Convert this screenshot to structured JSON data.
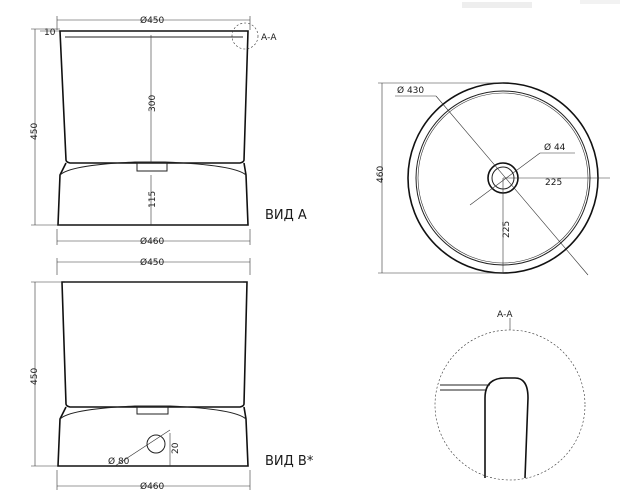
{
  "view_a": {
    "label": "ВИД А",
    "dim_top_width": "Ø450",
    "dim_bottom_width": "Ø460",
    "dim_height": "450",
    "dim_inner_depth": "300",
    "dim_base_height": "115",
    "dim_wall": "10",
    "section_ref": "А-А"
  },
  "view_b": {
    "label": "ВИД B*",
    "dim_top_width": "Ø450",
    "dim_bottom_width": "Ø460",
    "dim_height": "450",
    "dim_hole": "Ø 80",
    "dim_hole_offset": "20"
  },
  "plan_view": {
    "dim_inner_diameter": "Ø 430",
    "dim_drain": "Ø 44",
    "dim_radius_horizontal": "225",
    "dim_radius_vertical": "225",
    "dim_overall": "460"
  },
  "section_detail": {
    "title": "А-А"
  }
}
